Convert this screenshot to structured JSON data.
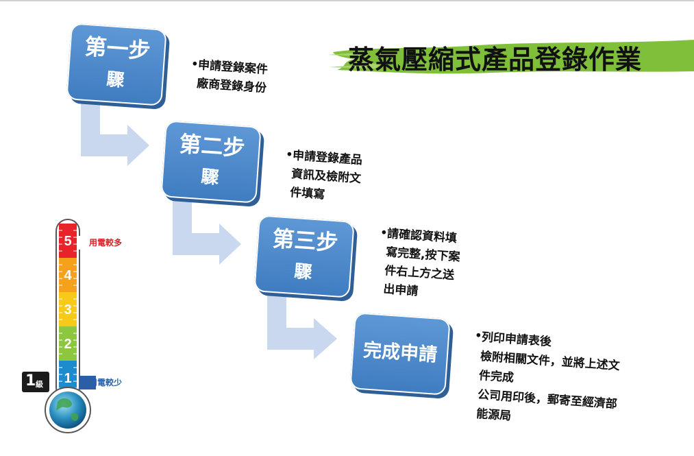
{
  "title": "蒸氣壓縮式產品登錄作業",
  "steps": [
    {
      "line1": "第一步",
      "line2": "驟"
    },
    {
      "line1": "第二步",
      "line2": "驟"
    },
    {
      "line1": "第三步",
      "line2": "驟"
    },
    {
      "line1": "完成申請",
      "line2": ""
    }
  ],
  "descriptions": [
    {
      "bullet": "•",
      "lines": [
        "申請登錄案件",
        "廠商登錄身份"
      ]
    },
    {
      "bullet": "•",
      "lines": [
        "申請登錄產品",
        "資訊及檢附文",
        "件填寫"
      ]
    },
    {
      "bullet": "•",
      "lines": [
        "請確認資料填",
        "寫完整,按下案",
        "件右上方之送",
        "出申請"
      ]
    },
    {
      "bullet": "•",
      "lines": [
        "列印申請表後",
        "檢附相關文件，並將上述文",
        "件完成",
        "公司用印後，郵寄至經濟部",
        "能源局"
      ]
    }
  ],
  "gauge": {
    "levels": [
      "5",
      "4",
      "3",
      "2",
      "1"
    ],
    "high_label": "用電較多",
    "low_label": "用電較少",
    "grade_number": "1",
    "grade_unit": "級",
    "colors": {
      "level5": "#e8242a",
      "level4": "#f5a11c",
      "level3": "#f7c919",
      "level2": "#8dc63f",
      "level1": "#1d8ccf",
      "highlight": "#d6232a",
      "low": "#2a5fa8"
    }
  },
  "colors": {
    "step_box": "#4a86c8",
    "arrow": "#c9d8ee",
    "banner": "#7fbf3a"
  }
}
